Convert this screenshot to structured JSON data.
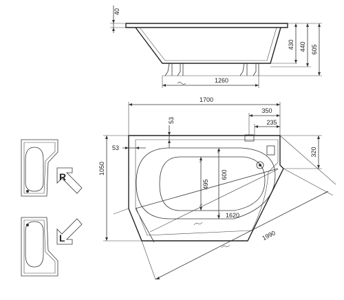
{
  "side_view": {
    "dim_rim": "40",
    "dim_h1": "430",
    "dim_h2": "440",
    "dim_h3": "605",
    "dim_legs": "1260"
  },
  "top_view": {
    "dim_length": "1700",
    "dim_350": "350",
    "dim_235": "235",
    "dim_53_top": "53",
    "dim_53_left": "53",
    "dim_width": "1050",
    "dim_495": "495",
    "dim_600": "600",
    "dim_320": "320",
    "dim_1620": "1620",
    "dim_1990": "1990"
  },
  "variants": {
    "right_label": "R",
    "left_label": "L"
  }
}
